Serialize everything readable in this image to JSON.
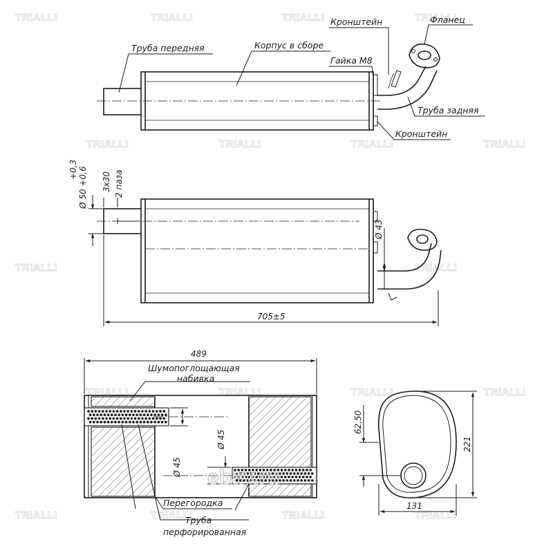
{
  "watermark": {
    "brand": "TRIALLI"
  },
  "overlay": {
    "site": "ebay.ru"
  },
  "labels": {
    "front_pipe": "Труба передняя",
    "housing": "Корпус в сборе",
    "bracket_top": "Кронштейн",
    "flange": "Фланец",
    "nut": "Гайка М8",
    "rear_pipe": "Труба задняя",
    "bracket_bottom": "Кронштейн",
    "sound_absorbing_1": "Шумопоглощающая",
    "sound_absorbing_2": "набивка",
    "partition": "Перегородка",
    "perforated_1": "Труба",
    "perforated_2": "перфорированная"
  },
  "dimensions": {
    "inlet_tol_upper": "+0,3",
    "inlet_diameter": "Ø 50 +0,6",
    "slots_1": "3x30",
    "slots_2": "2 паза",
    "outlet_diameter": "Ø 43",
    "overall_length": "705±5",
    "body_length": "489",
    "pipe_diameter_a": "Ø 45",
    "pipe_diameter_b": "Ø 45",
    "offset": "62,50",
    "height": "221",
    "width": "131"
  },
  "colors": {
    "line": "#1a1a1a",
    "watermark": "#e2e2e2",
    "overlay": "#c8c8c8"
  }
}
